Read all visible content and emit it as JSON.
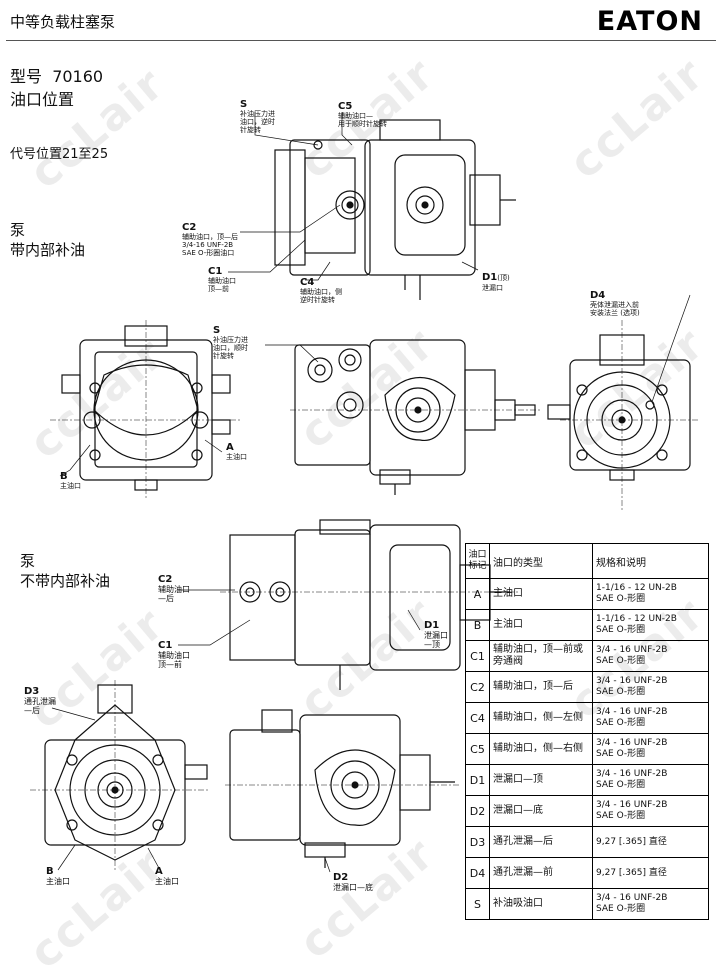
{
  "header": {
    "title": "中等负载柱塞泵",
    "logo": "EATON"
  },
  "model": {
    "prefix": "型号",
    "number": "70160",
    "subtitle": "油口位置",
    "code": "代号位置21至25"
  },
  "sections": {
    "with_charge": {
      "line1": "泵",
      "line2": "带内部补油"
    },
    "without_charge": {
      "line1": "泵",
      "line2": "不带内部补油"
    }
  },
  "labels": {
    "s_top": {
      "id": "S",
      "text1": "补油压力进",
      "text2": "油口，逆时",
      "text3": "针旋转"
    },
    "c5": {
      "id": "C5",
      "text1": "辅助油口—",
      "text2": "用于顺时针旋转"
    },
    "c2_top": {
      "id": "C2",
      "text1": "辅助油口，顶—后",
      "text2": "3/4-16 UNF-2B",
      "text3": "SAE O-形圈油口"
    },
    "c1_top": {
      "id": "C1",
      "text1": "辅助油口",
      "text2": "顶—前"
    },
    "c4": {
      "id": "C4",
      "text1": "辅助油口，侧",
      "text2": "逆时针旋转"
    },
    "d1_top": {
      "id": "D1",
      "suffix": "(顶)",
      "text1": "泄漏口"
    },
    "d4": {
      "id": "D4",
      "text1": "壳体泄漏进入前",
      "text2": "安装法兰 (选项)"
    },
    "s_mid": {
      "id": "S",
      "text1": "补油压力进",
      "text2": "油口，顺时",
      "text3": "针旋转"
    },
    "a_mid": {
      "id": "A",
      "text1": "主油口"
    },
    "b_mid": {
      "id": "B",
      "text1": "主油口"
    },
    "c2_low": {
      "id": "C2",
      "text1": "辅助油口",
      "text2": "—后"
    },
    "c1_low": {
      "id": "C1",
      "text1": "辅助油口",
      "text2": "顶—前"
    },
    "d1_low": {
      "id": "D1",
      "text1": "泄漏口",
      "text2": "—顶"
    },
    "d3": {
      "id": "D3",
      "text1": "通孔泄漏",
      "text2": "—后"
    },
    "b_low": {
      "id": "B",
      "text1": "主油口"
    },
    "a_low": {
      "id": "A",
      "text1": "主油口"
    },
    "d2": {
      "id": "D2",
      "text1": "泄漏口—底"
    }
  },
  "table": {
    "headers": {
      "col1a": "油口",
      "col1b": "标记",
      "col2": "油口的类型",
      "col3": "规格和说明"
    },
    "rows": [
      {
        "mark": "A",
        "type": "主油口",
        "spec1": "1-1/16 - 12 UN-2B",
        "spec2": "SAE O-形圈"
      },
      {
        "mark": "B",
        "type": "主油口",
        "spec1": "1-1/16 - 12 UN-2B",
        "spec2": "SAE O-形圈"
      },
      {
        "mark": "C1",
        "type": "辅助油口，顶—前或旁通阀",
        "spec1": "3/4 - 16 UNF-2B",
        "spec2": "SAE O-形圈"
      },
      {
        "mark": "C2",
        "type": "辅助油口，顶—后",
        "spec1": "3/4 - 16 UNF-2B",
        "spec2": "SAE O-形圈"
      },
      {
        "mark": "C4",
        "type": "辅助油口，侧—左侧",
        "spec1": "3/4 - 16 UNF-2B",
        "spec2": "SAE O-形圈"
      },
      {
        "mark": "C5",
        "type": "辅助油口，侧—右侧",
        "spec1": "3/4 - 16 UNF-2B",
        "spec2": "SAE O-形圈"
      },
      {
        "mark": "D1",
        "type": "泄漏口—顶",
        "spec1": "3/4 - 16 UNF-2B",
        "spec2": "SAE O-形圈"
      },
      {
        "mark": "D2",
        "type": "泄漏口—底",
        "spec1": "3/4 - 16 UNF-2B",
        "spec2": "SAE O-形圈"
      },
      {
        "mark": "D3",
        "type": "通孔泄漏—后",
        "spec1": "9,27 [.365] 直径",
        "spec2": ""
      },
      {
        "mark": "D4",
        "type": "通孔泄漏—前",
        "spec1": "9,27 [.365] 直径",
        "spec2": ""
      },
      {
        "mark": "S",
        "type": "补油吸油口",
        "spec1": "3/4 - 16 UNF-2B",
        "spec2": "SAE O-形圈"
      }
    ]
  },
  "watermark": "ccLair"
}
